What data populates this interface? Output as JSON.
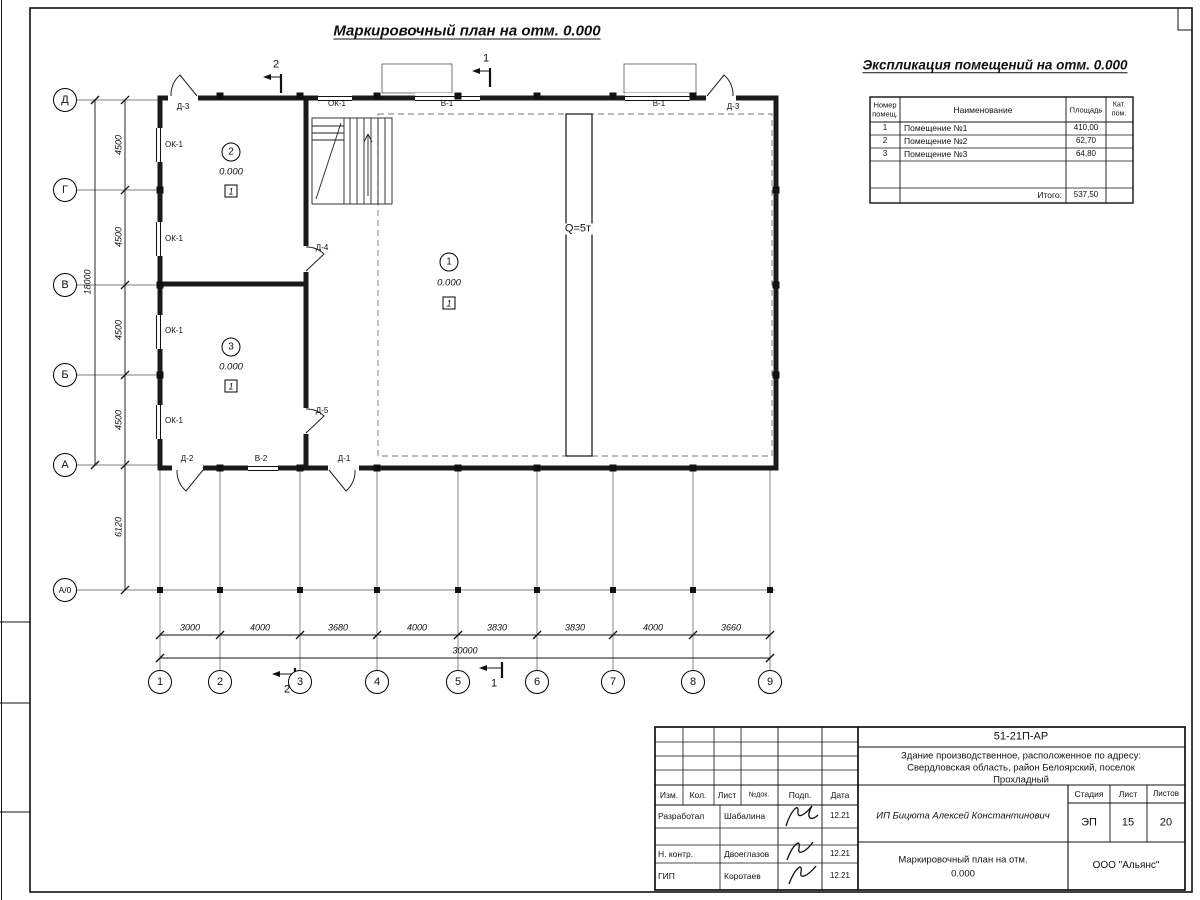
{
  "title": "Маркировочный план на отм. 0.000",
  "explication": {
    "title": "Экспликация помещений на отм. 0.000",
    "headers": {
      "num_line1": "Номер",
      "num_line2": "помещ.",
      "name": "Наименование",
      "area": "Площадь",
      "cat_line1": "Кат.",
      "cat_line2": "пом."
    },
    "rows": [
      {
        "num": "1",
        "name": "Помещение №1",
        "area": "410,00"
      },
      {
        "num": "2",
        "name": "Помещение №2",
        "area": "62,70"
      },
      {
        "num": "3",
        "name": "Помещение №3",
        "area": "64,80"
      }
    ],
    "total_label": "Итого:",
    "total_value": "537,50"
  },
  "axes": {
    "rows": [
      "Д",
      "Г",
      "В",
      "Б",
      "А",
      "А/0"
    ],
    "cols": [
      "1",
      "2",
      "3",
      "4",
      "5",
      "6",
      "7",
      "8",
      "9"
    ]
  },
  "dims": {
    "left": [
      "4500",
      "4500",
      "4500",
      "4500"
    ],
    "left_total": "18000",
    "left_lower": "6120",
    "bottom": [
      "3000",
      "4000",
      "3680",
      "4000",
      "3830",
      "3830",
      "4000",
      "3660"
    ],
    "bottom_total": "30000"
  },
  "rooms": [
    {
      "number": "1",
      "elevation": "0.000",
      "mark": "1"
    },
    {
      "number": "2",
      "elevation": "0.000",
      "mark": "1"
    },
    {
      "number": "3",
      "elevation": "0.000",
      "mark": "1"
    }
  ],
  "plan": {
    "crane": "Q=5т",
    "door_d1": "Д-1",
    "door_d2": "Д-2",
    "door_d3": "Д-3",
    "door_d4": "Д-4",
    "door_d5": "Д-5",
    "window_ok1": "ОК-1",
    "window_v1": "В-1",
    "window_v2": "В-2",
    "section_1": "1",
    "section_2": "2"
  },
  "titleblock": {
    "doc_number": "51-21П-АР",
    "project": {
      "line1": "Здание производственное, расположенное по адресу:",
      "line2": "Свердловская область, район Белоярский, поселок",
      "line3": "Прохладный"
    },
    "columns": [
      "Изм.",
      "Кол.",
      "Лист",
      "№док.",
      "Подп.",
      "Дата"
    ],
    "staff": [
      {
        "role": "Разработал",
        "name": "Шабалина",
        "date": "12.21"
      },
      {
        "role": "Н. контр.",
        "name": "Двоеглазов",
        "date": "12.21"
      },
      {
        "role": "ГИП",
        "name": "Коротаев",
        "date": "12.21"
      }
    ],
    "client": "ИП Бицюта Алексей Константинович",
    "stage_label": "Стадия",
    "sheet_label": "Лист",
    "sheets_label": "Листов",
    "stage": "ЭП",
    "sheet": "15",
    "sheets": "20",
    "drawing_title_line1": "Маркировочный план на отм.",
    "drawing_title_line2": "0.000",
    "company": "ООО \"Альянс\""
  }
}
